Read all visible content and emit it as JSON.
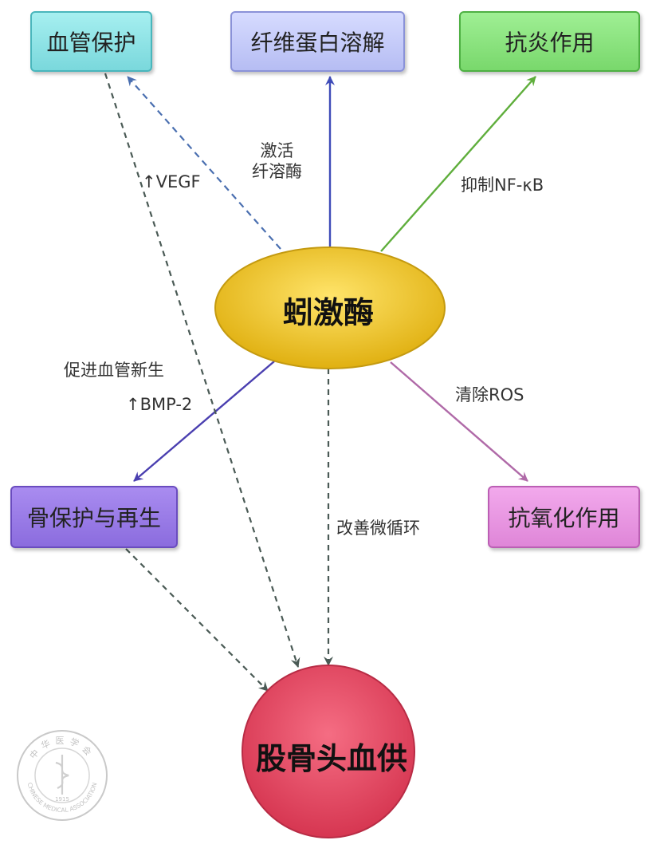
{
  "diagram": {
    "center": {
      "label": "蚓激酶"
    },
    "target": {
      "label": "股骨头血供"
    },
    "nodes": {
      "vessel_protect": "血管保护",
      "fibrinolysis": "纤维蛋白溶解",
      "anti_inflammatory": "抗炎作用",
      "bone_regen": "骨保护与再生",
      "antioxidant": "抗氧化作用"
    },
    "edge_labels": {
      "activate_line1": "激活",
      "activate_line2": "纤溶酶",
      "vegf": "↑VEGF",
      "nfkb": "抑制NF-κB",
      "angiogenesis": "促进血管新生",
      "bmp2": "↑BMP-2",
      "ros": "清除ROS",
      "microcirculation": "改善微循环"
    },
    "colors": {
      "vessel_arrow": "#4a6fb0",
      "fibrin_arrow": "#3e4bb8",
      "inflam_arrow": "#5fae3c",
      "bone_arrow": "#4a3fb0",
      "ros_arrow": "#b06aa8",
      "dashed_gray": "#4a5a55",
      "center_fill": "#f3cd2c",
      "target_fill": "#e44b62"
    }
  },
  "watermark": {
    "text_top": "中华医学会",
    "text_bottom": "CHINESE MEDICAL ASSOCIATION",
    "year": "1915"
  }
}
